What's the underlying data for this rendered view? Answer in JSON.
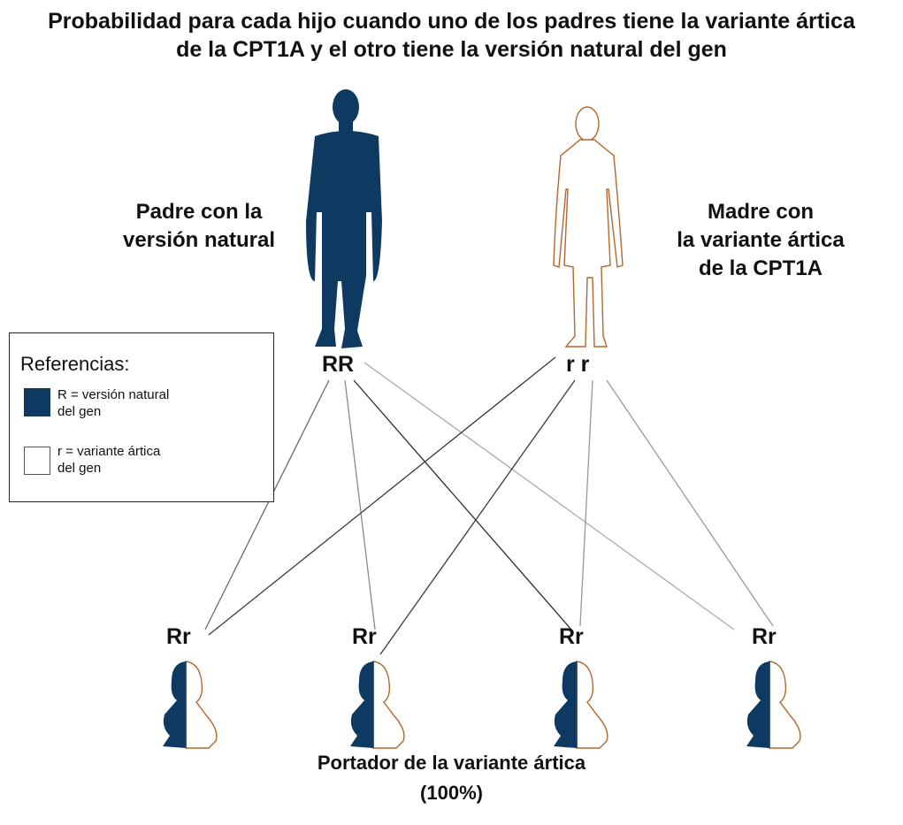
{
  "title_line1": "Probabilidad para cada hijo cuando uno de los padres tiene la variante ártica",
  "title_line2": "de la CPT1A y el otro tiene la versión natural del gen",
  "father": {
    "label_line1": "Padre con la",
    "label_line2": "versión natural",
    "genotype": "RR",
    "icon": "man-silhouette-icon"
  },
  "mother": {
    "label_line1": "Madre con",
    "label_line2": "la variante ártica",
    "label_line3": "de la CPT1A",
    "genotype": "r r",
    "icon": "woman-outline-icon"
  },
  "legend": {
    "title": "Referencias:",
    "items": [
      {
        "line1": "R = versión natural",
        "line2": "del gen",
        "color": "#0e3a62"
      },
      {
        "line1": "r = variante ártica",
        "line2": "del gen",
        "color": "#ffffff"
      }
    ]
  },
  "children": [
    {
      "genotype": "Rr",
      "icon": "half-filled-baby-icon"
    },
    {
      "genotype": "Rr",
      "icon": "half-filled-baby-icon"
    },
    {
      "genotype": "Rr",
      "icon": "half-filled-baby-icon"
    },
    {
      "genotype": "Rr",
      "icon": "half-filled-baby-icon"
    }
  ],
  "caption_line1": "Portador de la variante ártica",
  "caption_line2": "(100%)",
  "colors": {
    "natural": "#0e3a62",
    "arctic_outline": "#b5672e",
    "line": "#333333"
  }
}
